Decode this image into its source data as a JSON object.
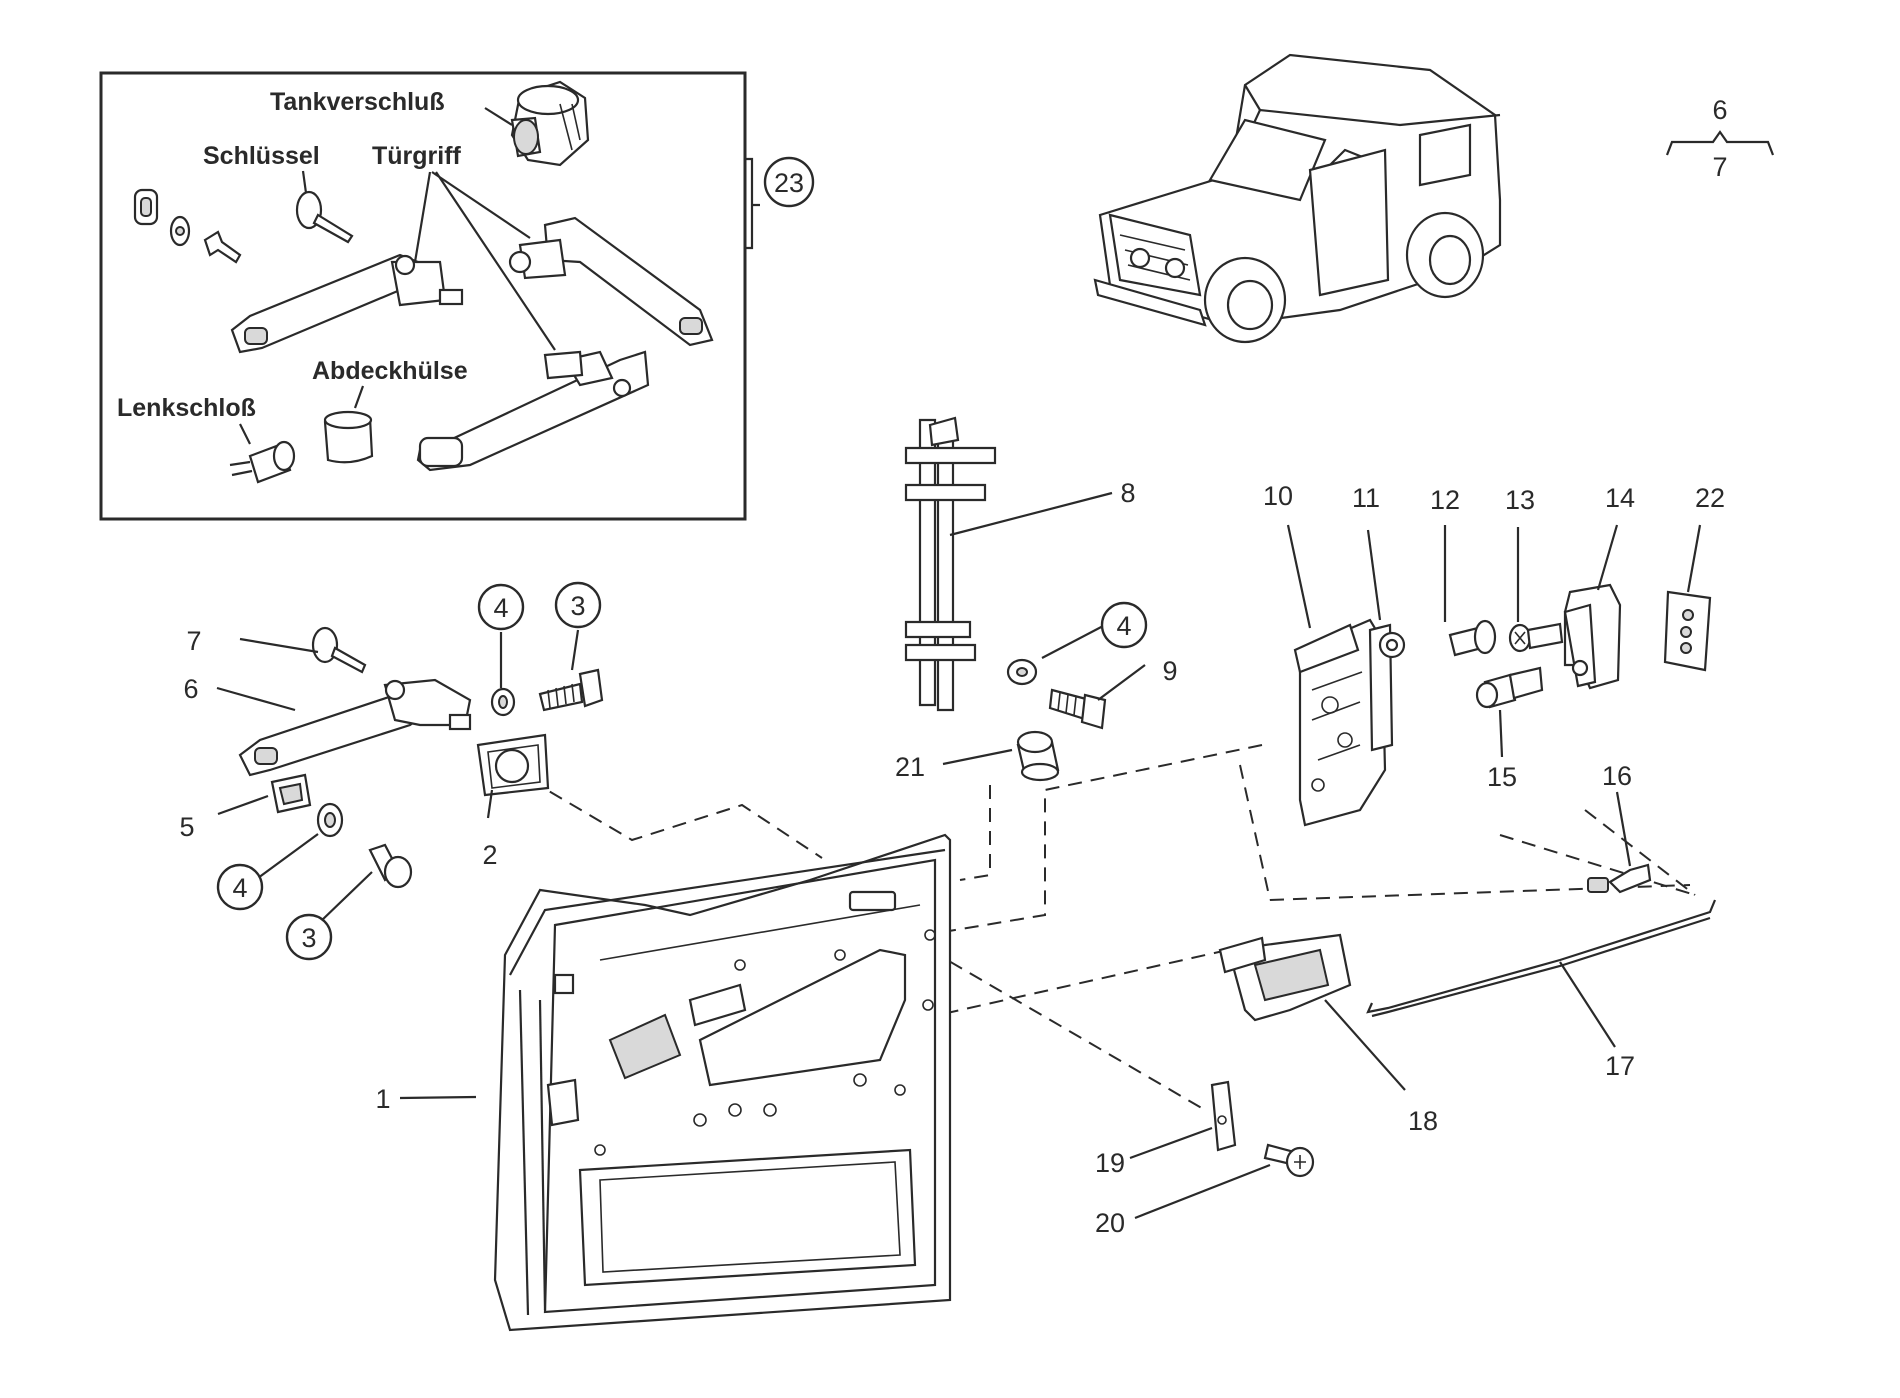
{
  "inset": {
    "labels": {
      "tankverschluss": "Tankverschluß",
      "schluessel": "Schlüssel",
      "tuergriff": "Türgriff",
      "abdeckhuelse": "Abdeckhülse",
      "lenkschloss": "Lenkschloß"
    },
    "ref_number": "23"
  },
  "variant_note": {
    "top": "6",
    "bottom": "7"
  },
  "callouts": {
    "c1": "1",
    "c2": "2",
    "c3a": "3",
    "c3b": "3",
    "c4a": "4",
    "c4b": "4",
    "c4c": "4",
    "c5": "5",
    "c6": "6",
    "c7": "7",
    "c8": "8",
    "c9": "9",
    "c10": "10",
    "c11": "11",
    "c12": "12",
    "c13": "13",
    "c14": "14",
    "c15": "15",
    "c16": "16",
    "c17": "17",
    "c18": "18",
    "c19": "19",
    "c20": "20",
    "c21": "21",
    "c22": "22"
  }
}
